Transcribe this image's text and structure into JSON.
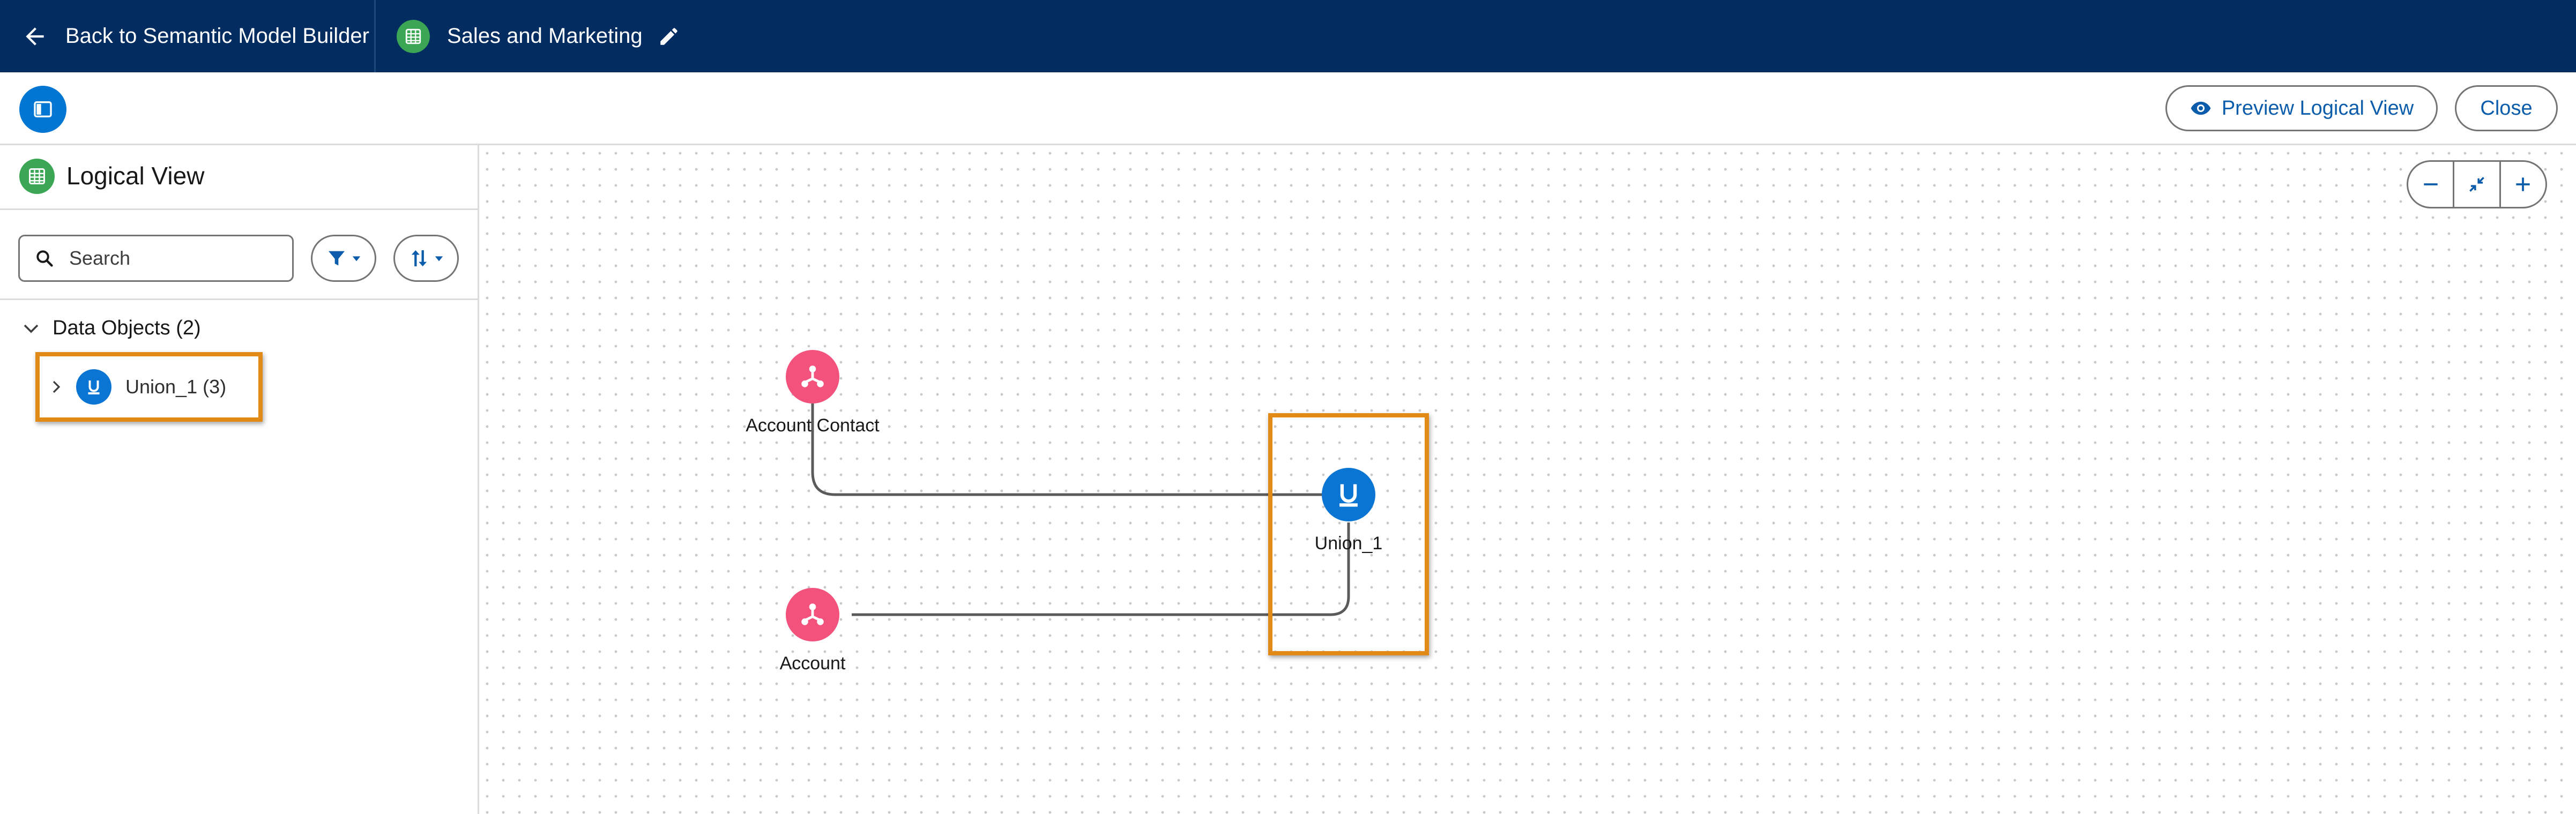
{
  "header": {
    "back_label": "Back to Semantic Model Builder",
    "model_name": "Sales and Marketing"
  },
  "toolbar": {
    "preview_label": "Preview Logical View",
    "close_label": "Close"
  },
  "left_panel": {
    "title": "Logical View",
    "search_placeholder": "Search",
    "section_label": "Data Objects (2)",
    "items": [
      {
        "label": "Union_1 (3)",
        "icon": "union-icon"
      }
    ]
  },
  "canvas": {
    "nodes": [
      {
        "label": "Account Contact",
        "icon": "data-object-icon",
        "color": "#f2527c"
      },
      {
        "label": "Union_1",
        "icon": "union-icon",
        "color": "#0b75d3"
      },
      {
        "label": "Account",
        "icon": "data-object-icon",
        "color": "#f2527c"
      }
    ],
    "zoom_controls": [
      "zoom-out",
      "fit-to-view",
      "zoom-in"
    ]
  },
  "colors": {
    "header_bg": "#032d60",
    "brand_blue": "#0176d3",
    "highlight": "#e28a18",
    "green": "#3ba755"
  }
}
